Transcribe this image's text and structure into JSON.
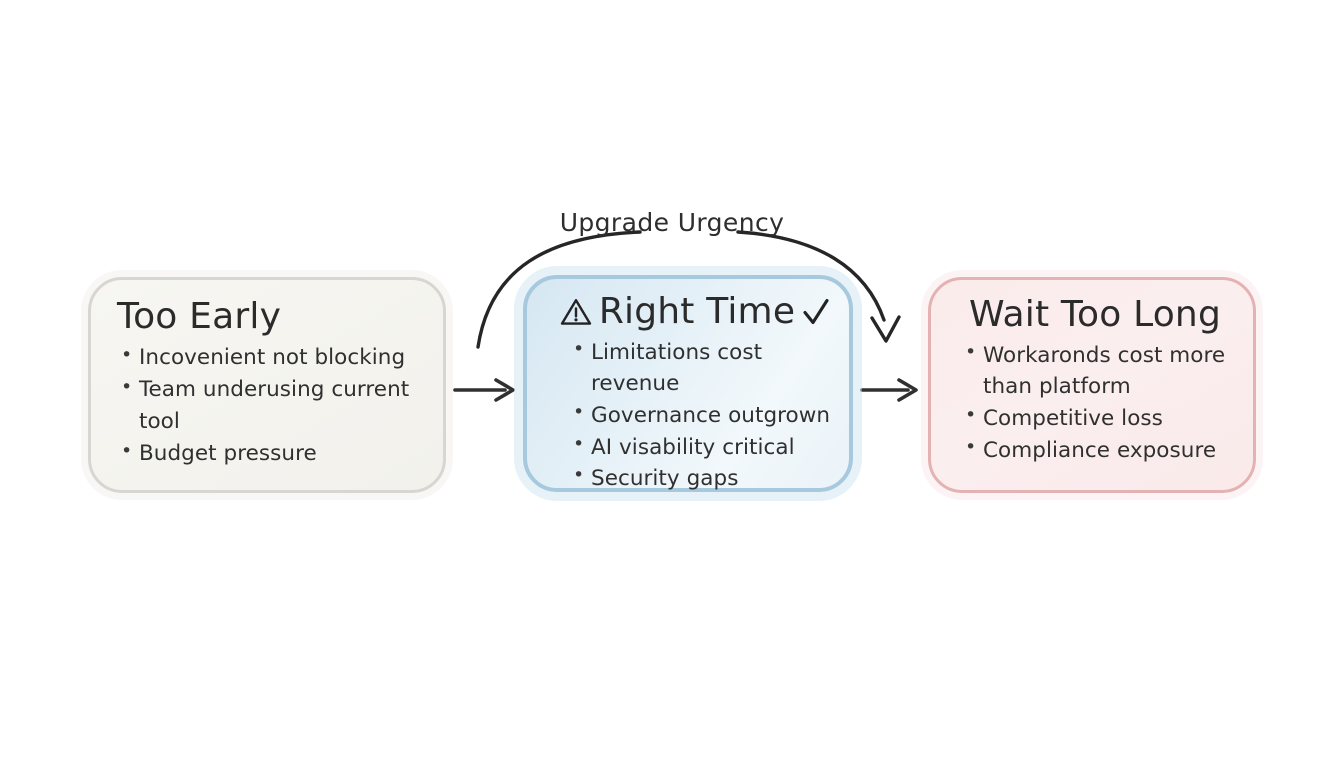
{
  "diagram": {
    "arc_label": "Upgrade Urgency",
    "cards": [
      {
        "id": "too-early",
        "title": "Too Early",
        "icon_left": "",
        "icon_right": "",
        "border_color": "#d8d6d0",
        "fill_color": "#f5f4ef",
        "bullets": [
          "Incovenient not blocking",
          "Team underusing current tool",
          "Budget pressure"
        ]
      },
      {
        "id": "right-time",
        "title": "Right Time",
        "icon_left": "warning-triangle-icon",
        "icon_right": "checkmark-icon",
        "border_color": "#a6c9de",
        "fill_color": "#e4f0f7",
        "bullets": [
          "Limitations cost revenue",
          "Governance outgrown",
          "AI visability critical",
          "Security gaps"
        ]
      },
      {
        "id": "wait-too-long",
        "title": "Wait Too Long",
        "icon_left": "",
        "icon_right": "",
        "border_color": "#e4b2b2",
        "fill_color": "#fbecec",
        "bullets": [
          "Workaronds cost more than platform",
          "Competitive loss",
          "Compliance exposure"
        ]
      }
    ],
    "connectors": [
      {
        "id": "arrow-early-to-right",
        "type": "straight-arrow-right"
      },
      {
        "id": "arrow-right-to-late",
        "type": "straight-arrow-right"
      },
      {
        "id": "arc-upgrade-urgency",
        "type": "curved-arrow-down"
      }
    ],
    "colors": {
      "background": "#ffffff",
      "ink": "#2b2b2b",
      "arrow": "#303030"
    }
  }
}
